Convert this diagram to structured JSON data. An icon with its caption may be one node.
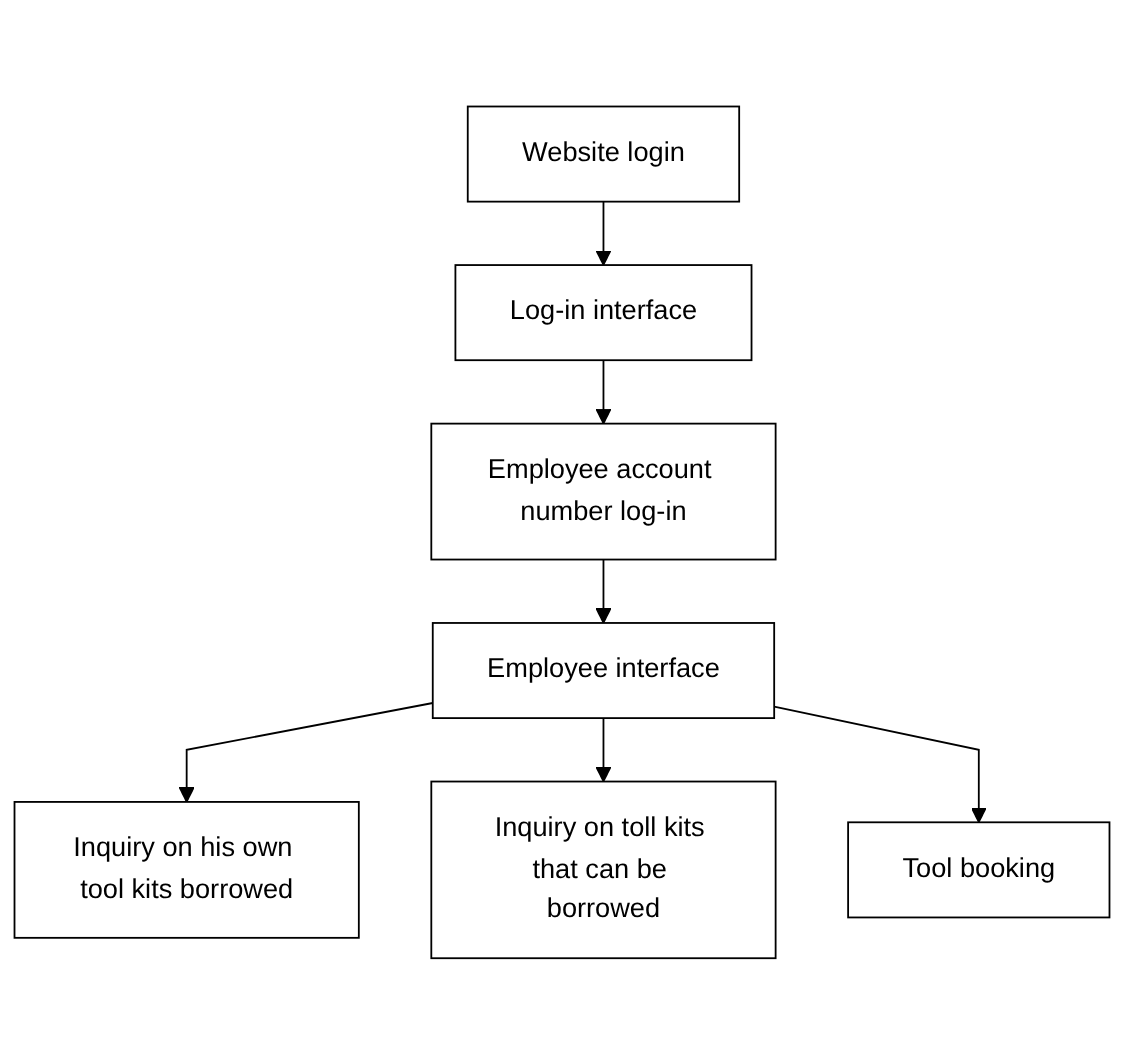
{
  "diagram": {
    "nodes": [
      {
        "text": [
          "Website login"
        ]
      },
      {
        "text": [
          "Log-in interface"
        ]
      },
      {
        "text": [
          "Employee account number log-in"
        ]
      },
      {
        "text": [
          "Employee interface"
        ]
      },
      {
        "text": [
          "Inquiry on his own tool kits borrowed"
        ]
      },
      {
        "text": [
          "Inquiry on toll kits that can be borrowed"
        ]
      },
      {
        "text": [
          "Tool booking"
        ]
      }
    ],
    "edges": [
      {
        "from": 0,
        "to": 1,
        "arrow": "to"
      },
      {
        "from": 1,
        "to": 2,
        "arrow": "to"
      },
      {
        "from": 2,
        "to": 3,
        "arrow": "to"
      },
      {
        "from": 3,
        "to": 4,
        "arrow": "to"
      },
      {
        "from": 3,
        "to": 5,
        "arrow": "to"
      },
      {
        "from": 3,
        "to": 6,
        "arrow": "to"
      }
    ]
  }
}
